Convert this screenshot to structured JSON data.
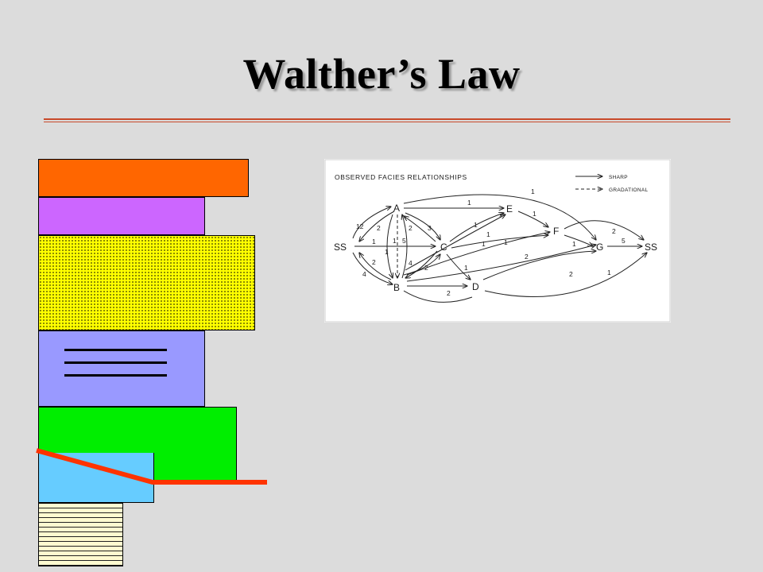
{
  "slide": {
    "title": "Walther’s Law",
    "title_color": "#000000",
    "background": "#dcdcdc",
    "rule_color": "#c8492a"
  },
  "column": {
    "beds": [
      {
        "name": "orange-bed",
        "color": "#ff6600",
        "pattern": "none"
      },
      {
        "name": "purple-bed",
        "color": "#cc66ff",
        "pattern": "none"
      },
      {
        "name": "yellow-dotted-bed",
        "color": "#ffff00",
        "pattern": "dots"
      },
      {
        "name": "blue-laminated-bed",
        "color": "#9999ff",
        "pattern": "laminations"
      },
      {
        "name": "green-bed",
        "color": "#00ee00",
        "pattern": "none"
      },
      {
        "name": "light-blue-bed",
        "color": "#66ccff",
        "pattern": "none"
      },
      {
        "name": "cream-dashed-bed",
        "color": "#fffbd0",
        "pattern": "dashes"
      }
    ],
    "contact_line_color": "#ff3300"
  },
  "facies_figure": {
    "title": "OBSERVED FACIES RELATIONSHIPS",
    "legend": {
      "sharp": "SHARP",
      "gradational": "GRADATIONAL"
    },
    "nodes": {
      "ss_left": "SS",
      "a": "A",
      "b": "B",
      "c": "C",
      "d": "D",
      "e": "E",
      "f": "F",
      "g": "G",
      "ss_right": "SS"
    },
    "counts": {
      "ss_a": "12",
      "a_ss": "2",
      "ss_b": "2",
      "b_ss": "4",
      "ss_c": "1",
      "a_e": "1",
      "a_g": "1",
      "a_c": "3",
      "c_a": "2",
      "a_b": "1",
      "ab_mid": "1",
      "b_a": "5",
      "b_c": "4",
      "c_b": "2",
      "b_e": "1",
      "b_f": "1",
      "b_g": "2",
      "b_d": "2",
      "c_e": "1",
      "c_d": "1",
      "c_f": "1",
      "e_f": "1",
      "f_g": "1",
      "f_ss": "2",
      "g_ss": "5",
      "d_g": "2",
      "d_ss": "1"
    }
  }
}
